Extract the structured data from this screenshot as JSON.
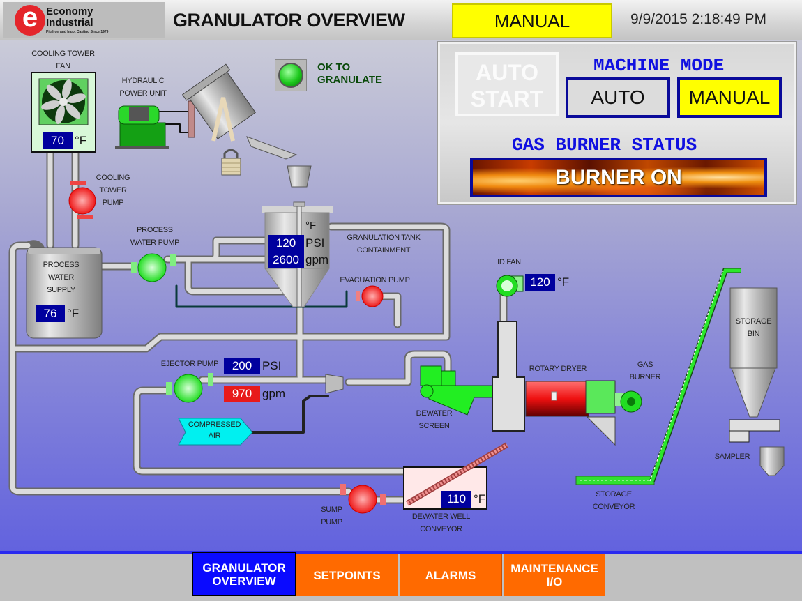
{
  "header": {
    "logo": {
      "name_line1": "Economy",
      "name_line2": "Industrial",
      "tagline": "Pig Iron and Ingot Casting Since 1979"
    },
    "title": "GRANULATOR OVERVIEW",
    "mode_badge": "MANUAL",
    "datetime": "9/9/2015 2:18:49 PM"
  },
  "status": {
    "ok_to_granulate_line1": "OK TO",
    "ok_to_granulate_line2": "GRANULATE",
    "ok_light_color": "#1cc81c"
  },
  "control_panel": {
    "auto_start_line1": "AUTO",
    "auto_start_line2": "START",
    "machine_mode_title": "MACHINE MODE",
    "mode_auto": "AUTO",
    "mode_manual": "MANUAL",
    "active_mode": "MANUAL",
    "gas_burner_title": "GAS BURNER STATUS",
    "burner_status": "BURNER ON"
  },
  "equipment": {
    "cooling_tower_fan": {
      "label_line1": "COOLING TOWER",
      "label_line2": "FAN",
      "temp": "70",
      "unit": "°F"
    },
    "hydraulic_power_unit": {
      "label_line1": "HYDRAULIC",
      "label_line2": "POWER UNIT"
    },
    "cooling_tower_pump": {
      "label_line1": "COOLING",
      "label_line2": "TOWER",
      "label_line3": "PUMP",
      "state_color": "#ee2020"
    },
    "process_water_supply": {
      "label_line1": "PROCESS",
      "label_line2": "WATER",
      "label_line3": "SUPPLY",
      "temp": "76",
      "unit": "°F"
    },
    "process_water_pump": {
      "label_line1": "PROCESS",
      "label_line2": "WATER PUMP",
      "state_color": "#22e022"
    },
    "granulation_tank": {
      "temp_unit": "°F",
      "pressure": "120",
      "pressure_unit": "PSI",
      "flow": "2600",
      "flow_unit": "gpm",
      "containment_label_line1": "GRANULATION TANK",
      "containment_label_line2": "CONTAINMENT"
    },
    "evacuation_pump": {
      "label": "EVACUATION PUMP",
      "state_color": "#ee2020"
    },
    "id_fan": {
      "label": "ID FAN",
      "temp": "120",
      "unit": "°F"
    },
    "ejector_pump": {
      "label": "EJECTOR PUMP",
      "pressure": "200",
      "pressure_unit": "PSI",
      "flow": "970",
      "flow_unit": "gpm",
      "state_color": "#22e022"
    },
    "compressed_air": {
      "label_line1": "COMPRESSED",
      "label_line2": "AIR"
    },
    "dewater_screen": {
      "label_line1": "DEWATER",
      "label_line2": "SCREEN"
    },
    "rotary_dryer": {
      "label": "ROTARY DRYER"
    },
    "gas_burner": {
      "label_line1": "GAS",
      "label_line2": "BURNER"
    },
    "storage_bin": {
      "label_line1": "STORAGE",
      "label_line2": "BIN"
    },
    "sampler": {
      "label": "SAMPLER"
    },
    "storage_conveyor": {
      "label_line1": "STORAGE",
      "label_line2": "CONVEYOR"
    },
    "sump_pump": {
      "label_line1": "SUMP",
      "label_line2": "PUMP",
      "state_color": "#ee2020"
    },
    "dewater_well_conveyor": {
      "label_line1": "DEWATER WELL",
      "label_line2": "CONVEYOR",
      "temp": "110",
      "unit": "°F"
    }
  },
  "nav": {
    "items": [
      {
        "label_line1": "GRANULATOR",
        "label_line2": "OVERVIEW",
        "active": true
      },
      {
        "label_line1": "SETPOINTS",
        "label_line2": "",
        "active": false
      },
      {
        "label_line1": "ALARMS",
        "label_line2": "",
        "active": false
      },
      {
        "label_line1": "MAINTENANCE",
        "label_line2": "I/O",
        "active": false
      }
    ]
  }
}
